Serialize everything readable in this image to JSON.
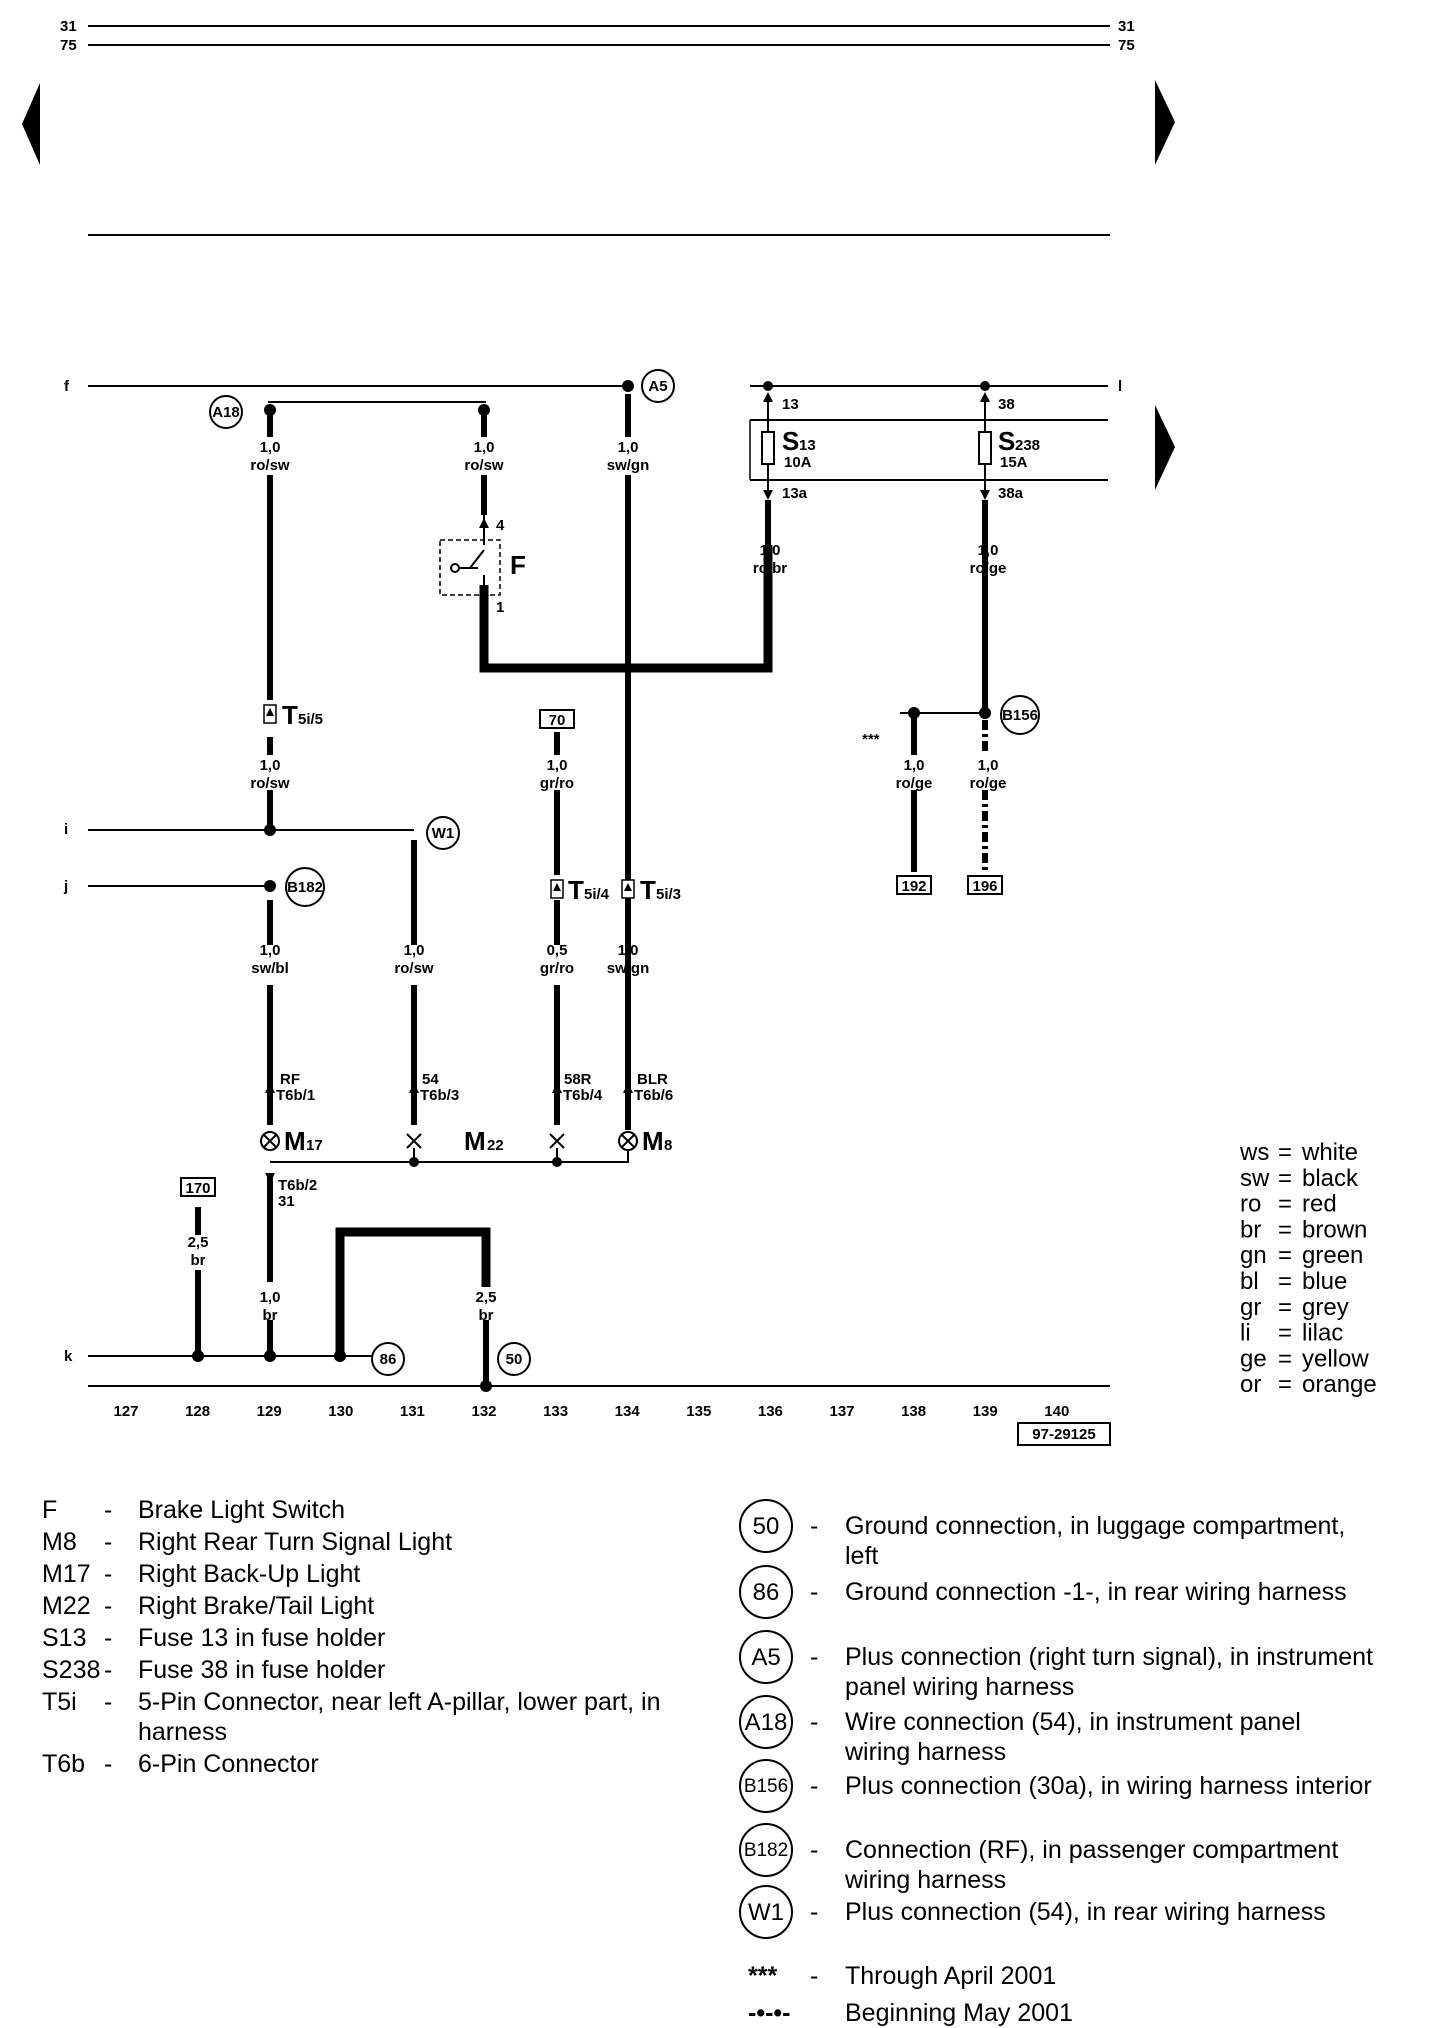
{
  "header": {
    "page_left_top": "31",
    "page_left_bottom": "75",
    "page_right_top": "31",
    "page_right_bottom": "75"
  },
  "buses": {
    "f": "f",
    "l_top": "l",
    "i": "i",
    "j": "j",
    "k": "k"
  },
  "points": {
    "A18": "A18",
    "A5": "A5",
    "W1": "W1",
    "B182": "B182",
    "B156": "B156",
    "g86": "86",
    "g50": "50"
  },
  "fuses": {
    "s13": {
      "in_label": "13",
      "name": "S",
      "sub": "13",
      "amps": "10A",
      "out_label": "13a",
      "wire_gauge": "1,0",
      "wire_color": "ro/br"
    },
    "s238": {
      "in_label": "38",
      "name": "S",
      "sub": "238",
      "amps": "15A",
      "out_label": "38a",
      "wire_gauge": "1,0",
      "wire_color": "ro/ge"
    }
  },
  "wires": {
    "w129_top": {
      "g": "1,0",
      "c": "ro/sw"
    },
    "w132_top": {
      "g": "1,0",
      "c": "ro/sw"
    },
    "w134_top": {
      "g": "1,0",
      "c": "sw/gn"
    },
    "w129_mid": {
      "g": "1,0",
      "c": "ro/sw"
    },
    "w133_mid": {
      "g": "1,0",
      "c": "gr/ro"
    },
    "w138": {
      "g": "1,0",
      "c": "ro/ge"
    },
    "w139": {
      "g": "1,0",
      "c": "ro/ge"
    },
    "w129_low": {
      "g": "1,0",
      "c": "sw/bl"
    },
    "w131_low": {
      "g": "1,0",
      "c": "ro/sw"
    },
    "w133_low": {
      "g": "0,5",
      "c": "gr/ro"
    },
    "w134_low": {
      "g": "1,0",
      "c": "sw/gn"
    },
    "w128": {
      "g": "2,5",
      "c": "br"
    },
    "w129_bot": {
      "g": "1,0",
      "c": "br"
    },
    "w132_bot": {
      "g": "2,5",
      "c": "br"
    }
  },
  "connectors": {
    "t5i5": {
      "name": "T",
      "sub": "5i/5"
    },
    "t5i4": {
      "name": "T",
      "sub": "5i/4"
    },
    "t5i3": {
      "name": "T",
      "sub": "5i/3"
    },
    "t6b1": {
      "sig": "RF",
      "pin": "T6b/1"
    },
    "t6b3": {
      "sig": "54",
      "pin": "T6b/3"
    },
    "t6b4": {
      "sig": "58R",
      "pin": "T6b/4"
    },
    "t6b6": {
      "sig": "BLR",
      "pin": "T6b/6"
    },
    "t6b2": {
      "pin": "T6b/2",
      "sig": "31"
    }
  },
  "switch": {
    "label": "F",
    "pin_top": "4",
    "pin_bottom": "1"
  },
  "components": {
    "m17": {
      "name": "M",
      "sub": "17"
    },
    "m22": {
      "name": "M",
      "sub": "22"
    },
    "m8": {
      "name": "M",
      "sub": "8"
    }
  },
  "refs": {
    "r70": "70",
    "r192": "192",
    "r196": "196",
    "r170": "170"
  },
  "asterisks": "***",
  "track_numbers": [
    "127",
    "128",
    "129",
    "130",
    "131",
    "132",
    "133",
    "134",
    "135",
    "136",
    "137",
    "138",
    "139",
    "140"
  ],
  "doc_id": "97-29125",
  "color_legend": [
    {
      "code": "ws",
      "name": "white"
    },
    {
      "code": "sw",
      "name": "black"
    },
    {
      "code": "ro",
      "name": "red"
    },
    {
      "code": "br",
      "name": "brown"
    },
    {
      "code": "gn",
      "name": "green"
    },
    {
      "code": "bl",
      "name": "blue"
    },
    {
      "code": "gr",
      "name": "grey"
    },
    {
      "code": "li",
      "name": "lilac"
    },
    {
      "code": "ge",
      "name": "yellow"
    },
    {
      "code": "or",
      "name": "orange"
    }
  ],
  "component_legend": [
    {
      "code": "F",
      "desc": "Brake Light Switch"
    },
    {
      "code": "M8",
      "desc": "Right Rear Turn Signal Light"
    },
    {
      "code": "M17",
      "desc": "Right Back-Up Light"
    },
    {
      "code": "M22",
      "desc": "Right Brake/Tail Light"
    },
    {
      "code": "S13",
      "desc": "Fuse 13 in fuse holder"
    },
    {
      "code": "S238",
      "desc": "Fuse 38 in fuse holder"
    },
    {
      "code": "T5i",
      "desc": "5-Pin Connector, near left A-pillar, lower part, in",
      "desc2": "harness"
    },
    {
      "code": "T6b",
      "desc": "6-Pin Connector"
    }
  ],
  "connection_legend": [
    {
      "symbol": "50",
      "desc": "Ground connection, in luggage compartment,",
      "desc2": "left"
    },
    {
      "symbol": "86",
      "desc": "Ground connection -1-, in rear wiring harness"
    },
    {
      "symbol": "A5",
      "desc": "Plus connection (right turn signal), in instrument",
      "desc2": "panel wiring harness"
    },
    {
      "symbol": "A18",
      "desc": "Wire connection (54), in instrument panel",
      "desc2": "wiring harness"
    },
    {
      "symbol": "B156",
      "desc": "Plus connection (30a), in wiring harness interior"
    },
    {
      "symbol": "B182",
      "desc": "Connection (RF), in passenger compartment",
      "desc2": "wiring harness"
    },
    {
      "symbol": "W1",
      "desc": "Plus connection (54), in rear wiring harness"
    }
  ],
  "notes": [
    {
      "symbol": "***",
      "desc": "Through April 2001"
    },
    {
      "symbol": "-•-•-",
      "desc": "Beginning May 2001"
    }
  ],
  "dash": "-"
}
